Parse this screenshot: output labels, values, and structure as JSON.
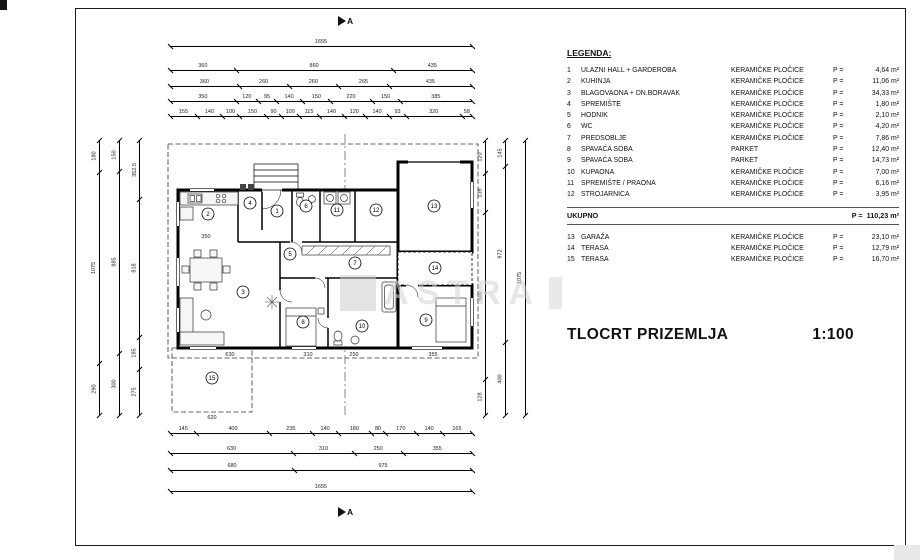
{
  "title_block": {
    "title": "TLOCRT PRIZEMLJA",
    "scale": "1:100"
  },
  "section": {
    "label": "A"
  },
  "legend": {
    "heading": "LEGENDA:",
    "p_label": "P =",
    "items": [
      {
        "num": "1",
        "name": "ULAZNI HALL + GARDEROBA",
        "material": "KERAMIČKE PLOČICE",
        "area": "4,64 m²"
      },
      {
        "num": "2",
        "name": "KUHINJA",
        "material": "KERAMIČKE PLOČICE",
        "area": "11,06 m²"
      },
      {
        "num": "3",
        "name": "BLAGOVAONA + DN.BORAVAK",
        "material": "KERAMIČKE PLOČICE",
        "area": "34,33 m²"
      },
      {
        "num": "4",
        "name": "SPREMIŠTE",
        "material": "KERAMIČKE PLOČICE",
        "area": "1,80 m²"
      },
      {
        "num": "5",
        "name": "HODNIK",
        "material": "KERAMIČKE PLOČICE",
        "area": "2,10 m²"
      },
      {
        "num": "6",
        "name": "WC",
        "material": "KERAMIČKE PLOČICE",
        "area": "4,20 m²"
      },
      {
        "num": "7",
        "name": "PREDSOBLJE",
        "material": "KERAMIČKE PLOČICE",
        "area": "7,86 m²"
      },
      {
        "num": "8",
        "name": "SPAVAĆA SOBA",
        "material": "PARKET",
        "area": "12,40 m²"
      },
      {
        "num": "9",
        "name": "SPAVAĆA SOBA",
        "material": "PARKET",
        "area": "14,73 m²"
      },
      {
        "num": "10",
        "name": "KUPAONA",
        "material": "KERAMIČKE PLOČICE",
        "area": "7,00 m²"
      },
      {
        "num": "11",
        "name": "SPREMIŠTE / PRAONA",
        "material": "KERAMIČKE PLOČICE",
        "area": "6,16 m²"
      },
      {
        "num": "12",
        "name": "STROJARNICA",
        "material": "KERAMIČKE PLOČICE",
        "area": "3,95 m²"
      }
    ],
    "total": {
      "label": "UKUPNO",
      "area": "110,23 m²"
    },
    "extra_items": [
      {
        "num": "13",
        "name": "GARAŽA",
        "material": "KERAMIČKE PLOČICE",
        "area": "23,10 m²"
      },
      {
        "num": "14",
        "name": "TERASA",
        "material": "KERAMIČKE PLOČICE",
        "area": "12,79 m²"
      },
      {
        "num": "15",
        "name": "TERASA",
        "material": "KERAMIČKE PLOČICE",
        "area": "16,70 m²"
      }
    ]
  },
  "rooms": [
    {
      "num": "1"
    },
    {
      "num": "2"
    },
    {
      "num": "3"
    },
    {
      "num": "4"
    },
    {
      "num": "5"
    },
    {
      "num": "6"
    },
    {
      "num": "7"
    },
    {
      "num": "8"
    },
    {
      "num": "9"
    },
    {
      "num": "10"
    },
    {
      "num": "11"
    },
    {
      "num": "12"
    },
    {
      "num": "13"
    },
    {
      "num": "14"
    },
    {
      "num": "15"
    }
  ],
  "dims": {
    "top": [
      [
        "1655"
      ],
      [
        "360",
        "860",
        "435"
      ],
      [
        "360",
        "260",
        "260",
        "265",
        "435"
      ],
      [
        "350",
        "120",
        "95",
        "140",
        "150",
        "220",
        "150",
        "385"
      ],
      [
        "155",
        "140",
        "100",
        "150",
        "90",
        "100",
        "115",
        "140",
        "120",
        "140",
        "93",
        "320",
        "58"
      ]
    ],
    "bottom": [
      [
        "145",
        "400",
        "235",
        "140",
        "180",
        "80",
        "170",
        "140",
        "165"
      ],
      [
        "630",
        "310",
        "250",
        "355"
      ],
      [
        "680",
        "975"
      ],
      [
        "1655"
      ]
    ],
    "left": [
      [
        "180",
        "1075",
        "290"
      ],
      [
        "150",
        "885",
        "300"
      ],
      [
        "352.5",
        "818",
        "185",
        "275"
      ]
    ],
    "right": [
      [
        "120",
        "139",
        "600",
        "128"
      ],
      [
        "145",
        "972",
        "400"
      ],
      [
        "1075"
      ]
    ]
  },
  "plan_labels": [
    "350",
    "630",
    "310",
    "250",
    "355",
    "620"
  ],
  "watermark": {
    "text": "ASTRA"
  },
  "colors": {
    "line": "#000000",
    "accent_gray": "#cccccc"
  }
}
